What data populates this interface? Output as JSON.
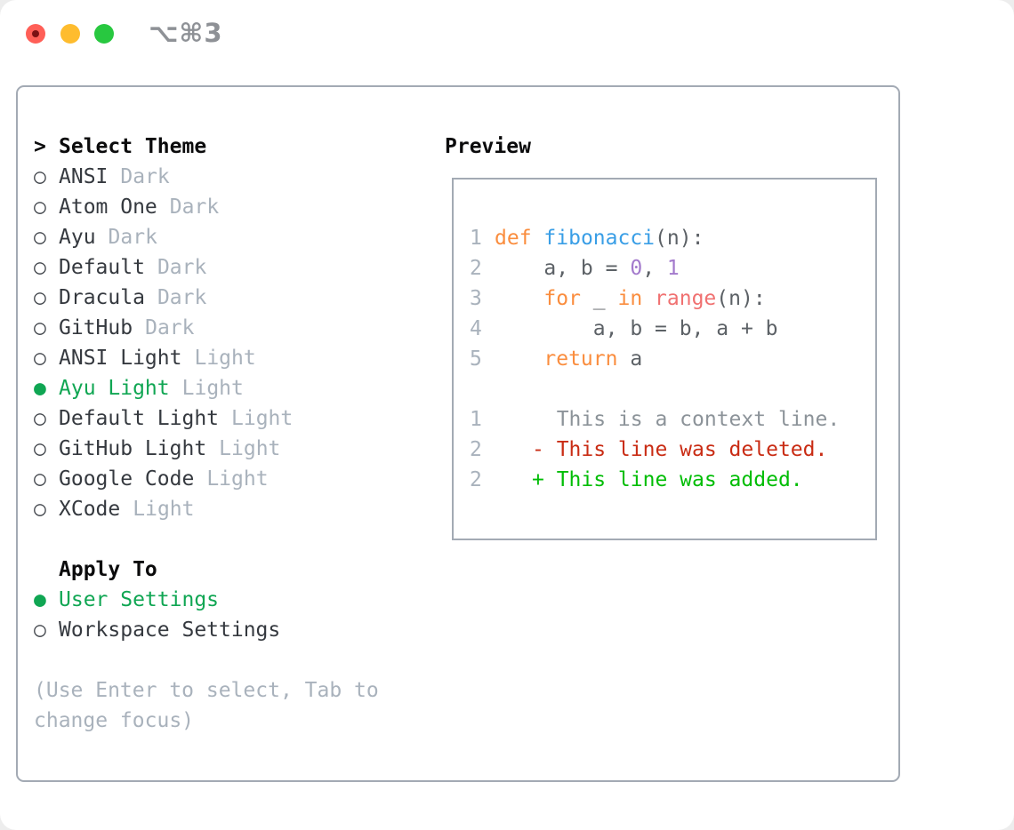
{
  "window": {
    "title": "⌥⌘3"
  },
  "theme_selector": {
    "prompt": ">",
    "header": "Select Theme",
    "marker_selected": "●",
    "marker_unselected": "○",
    "items": [
      {
        "name": "ANSI",
        "variant": "Dark",
        "selected": false
      },
      {
        "name": "Atom One",
        "variant": "Dark",
        "selected": false
      },
      {
        "name": "Ayu",
        "variant": "Dark",
        "selected": false
      },
      {
        "name": "Default",
        "variant": "Dark",
        "selected": false
      },
      {
        "name": "Dracula",
        "variant": "Dark",
        "selected": false
      },
      {
        "name": "GitHub",
        "variant": "Dark",
        "selected": false
      },
      {
        "name": "ANSI Light",
        "variant": "Light",
        "selected": false
      },
      {
        "name": "Ayu Light",
        "variant": "Light",
        "selected": true
      },
      {
        "name": "Default Light",
        "variant": "Light",
        "selected": false
      },
      {
        "name": "GitHub Light",
        "variant": "Light",
        "selected": false
      },
      {
        "name": "Google Code",
        "variant": "Light",
        "selected": false
      },
      {
        "name": "XCode",
        "variant": "Light",
        "selected": false
      }
    ],
    "apply_to": {
      "header": "Apply To",
      "options": [
        {
          "label": "User Settings",
          "selected": true
        },
        {
          "label": "Workspace Settings",
          "selected": false
        }
      ]
    },
    "hint": "(Use Enter to select, Tab to change focus)"
  },
  "preview": {
    "header": "Preview",
    "code": {
      "lines": [
        {
          "no": "1",
          "tokens": [
            [
              "def",
              "kw"
            ],
            [
              " ",
              "tx"
            ],
            [
              "fibonacci",
              "fn"
            ],
            [
              "(n):",
              "tx"
            ]
          ]
        },
        {
          "no": "2",
          "tokens": [
            [
              "    a, b = ",
              "tx"
            ],
            [
              "0",
              "num"
            ],
            [
              ", ",
              "tx"
            ],
            [
              "1",
              "num"
            ]
          ]
        },
        {
          "no": "3",
          "tokens": [
            [
              "    ",
              "tx"
            ],
            [
              "for",
              "kw"
            ],
            [
              " _ ",
              "tx"
            ],
            [
              "in",
              "kw"
            ],
            [
              " ",
              "tx"
            ],
            [
              "range",
              "call"
            ],
            [
              "(n):",
              "tx"
            ]
          ]
        },
        {
          "no": "4",
          "tokens": [
            [
              "        a, b = b, a + b",
              "tx"
            ]
          ]
        },
        {
          "no": "5",
          "tokens": [
            [
              "    ",
              "tx"
            ],
            [
              "return",
              "kw"
            ],
            [
              " a",
              "tx"
            ]
          ]
        }
      ]
    },
    "diff": {
      "lines": [
        {
          "no": "1",
          "marker": " ",
          "text": "This is a context line.",
          "type": "context"
        },
        {
          "no": "2",
          "marker": "-",
          "text": "This line was deleted.",
          "type": "deleted"
        },
        {
          "no": "2",
          "marker": "+",
          "text": "This line was added.",
          "type": "added"
        }
      ]
    }
  },
  "colors": {
    "accent_green": "#10A653",
    "added": "#00BD05",
    "deleted": "#C92C14",
    "keyword": "#FA8D3E",
    "function": "#399EE6",
    "number": "#A37ACC",
    "call": "#F07171",
    "code_text": "#5C6166",
    "muted": "#A9B2BC",
    "context": "#8C9399",
    "border": "#A3AAB4",
    "item_text": "#35393F",
    "header_text": "#0B0B0C",
    "title_gray": "#8E9196",
    "traffic_red": "#FF5F57",
    "traffic_yellow": "#FEBC2E",
    "traffic_green": "#28C840",
    "traffic_red_dot": "#7B1113"
  }
}
